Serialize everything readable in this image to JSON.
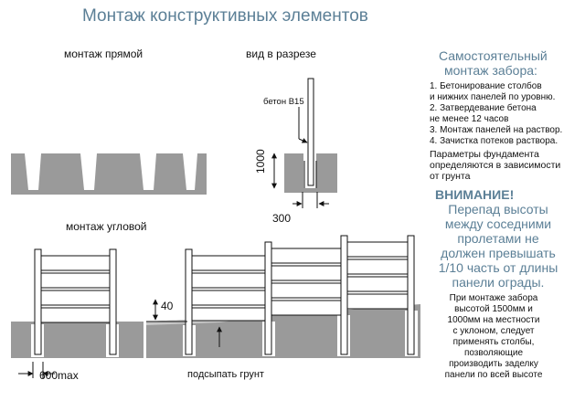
{
  "title": "Монтаж конструктивных элементов",
  "labels": {
    "straight": "монтаж прямой",
    "section": "вид в разрезе",
    "corner": "монтаж угловой",
    "concrete": "бетон В15",
    "depth": "1000",
    "width": "300",
    "height_diff": "40",
    "max_gap": "600max",
    "fill_soil": "подсыпать грунт"
  },
  "side_panel": {
    "title_line1": "Самостоятельный",
    "title_line2": "монтаж забора:",
    "steps": [
      "1. Бетонирование столбов",
      "и нижних панелей по уровню.",
      "2. Затвердевание бетона",
      "не менее 12 часов",
      "3. Монтаж панелей на раствор.",
      "4. Зачистка потеков раствора."
    ],
    "foundation_note": [
      "Параметры фундамента",
      "определяются в зависимости",
      "от грунта"
    ],
    "warning_title": "ВНИМАНИЕ!",
    "warning_lines": [
      "Перепад высоты",
      "между соседними",
      "пролетами не",
      "должен превышать",
      "1/10 часть от длины",
      "панели ограды."
    ],
    "slope_note": [
      "При монтаже забора",
      "высотой 1500мм и",
      "1000мм на местности",
      "с уклоном, следует",
      "применять столбы,",
      "позволяющие",
      "производить заделку",
      "панели по всей высоте"
    ]
  }
}
